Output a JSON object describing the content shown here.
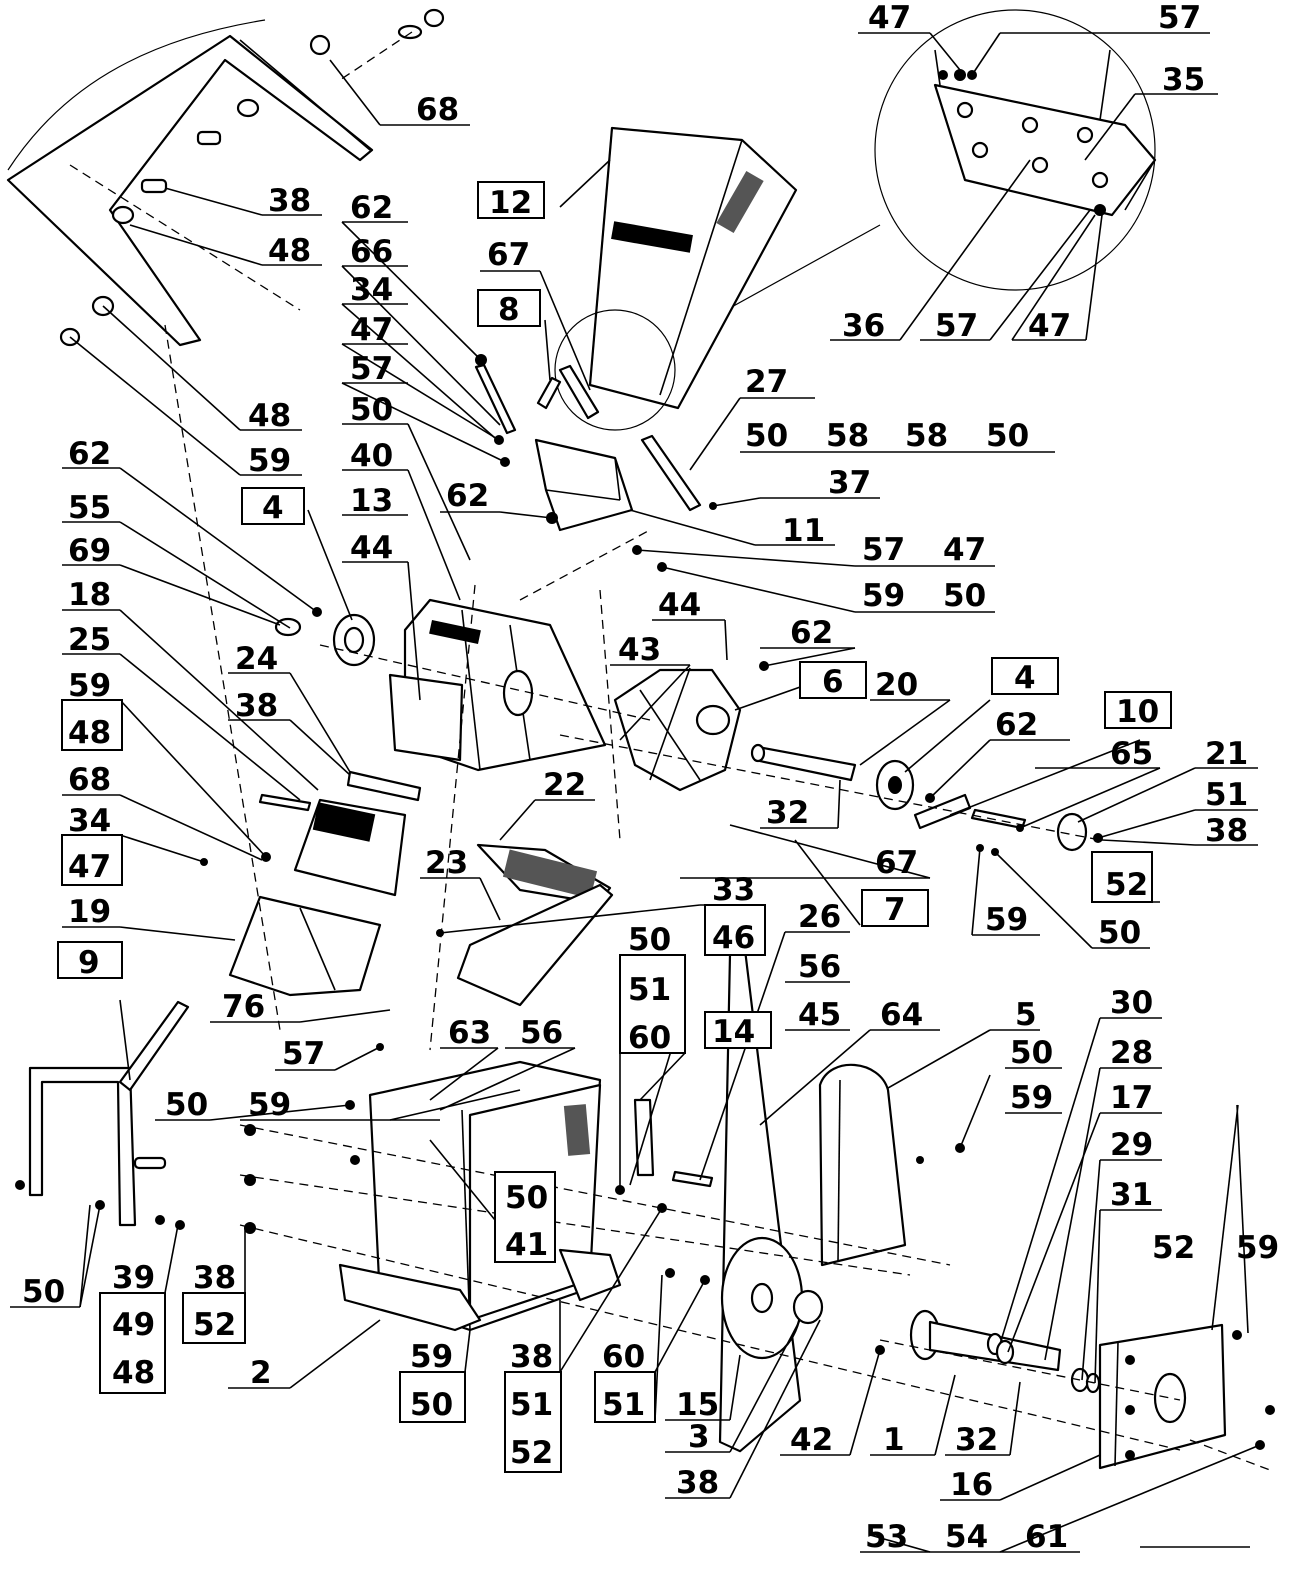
{
  "labels": {
    "l47a": "47",
    "l57a": "57",
    "l35": "35",
    "l36": "36",
    "l57b": "57",
    "l47b": "47",
    "l68a": "68",
    "l38a": "38",
    "l48a": "48",
    "l62a": "62",
    "l66": "66",
    "l34a": "34",
    "l47c": "47",
    "l57c": "57",
    "l50a": "50",
    "l40": "40",
    "l13": "13",
    "l44a": "44",
    "l48b": "48",
    "l59a": "59",
    "l12": "12",
    "l67a": "67",
    "l8": "8",
    "l27": "27",
    "l50b": "50",
    "l58a": "58",
    "l58b": "58",
    "l50c": "50",
    "l62b": "62",
    "l37": "37",
    "l11": "11",
    "l57d": "57",
    "l47d": "47",
    "l59b": "59",
    "l50d": "50",
    "l62c": "62",
    "l55": "55",
    "l69": "69",
    "l4a": "4",
    "l18": "18",
    "l25": "25",
    "l59c": "59",
    "l48c": "48",
    "l68b": "68",
    "l34b": "34",
    "l47e": "47",
    "l19": "19",
    "l24": "24",
    "l38b": "38",
    "l44b": "44",
    "l43": "43",
    "l62d": "62",
    "l6": "6",
    "l20": "20",
    "l4b": "4",
    "l62e": "62",
    "l10": "10",
    "l65": "65",
    "l21": "21",
    "l51a": "51",
    "l38c": "38",
    "l52a": "52",
    "l32a": "32",
    "l22": "22",
    "l23": "23",
    "l33": "33",
    "l46": "46",
    "l67b": "67",
    "l7": "7",
    "l59d": "59",
    "l50e": "50",
    "l26": "26",
    "l56a": "56",
    "l45": "45",
    "l64": "64",
    "l5": "5",
    "l30": "30",
    "l50f": "50",
    "l28": "28",
    "l59e": "59",
    "l17": "17",
    "l29": "29",
    "l31": "31",
    "l9": "9",
    "l76": "76",
    "l57e": "57",
    "l63": "63",
    "l56b": "56",
    "l50g": "50",
    "l51b": "51",
    "l60a": "60",
    "l14": "14",
    "l50h": "50",
    "l59f": "59",
    "l50i": "50",
    "l41": "41",
    "l50j": "50",
    "l39": "39",
    "l49": "49",
    "l48d": "48",
    "l38d": "38",
    "l52b": "52",
    "l2": "2",
    "l59g": "59",
    "l50k": "50",
    "l38e": "38",
    "l51c": "51",
    "l52c": "52",
    "l60b": "60",
    "l51d": "51",
    "l15": "15",
    "l3": "3",
    "l38f": "38",
    "l42": "42",
    "l1": "1",
    "l32b": "32",
    "l16": "16",
    "l52d": "52",
    "l59h": "59",
    "l53": "53",
    "l54": "54",
    "l61": "61"
  }
}
